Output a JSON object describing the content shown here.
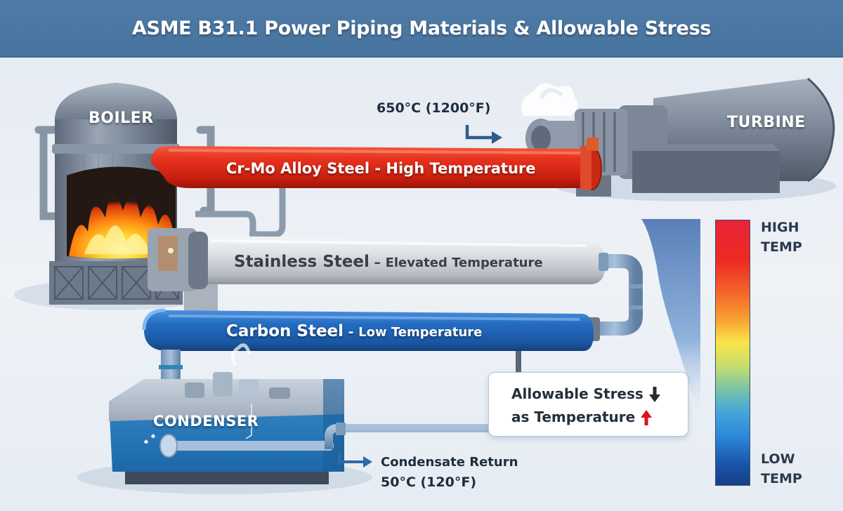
{
  "header": {
    "title": "ASME B31.1 Power Piping Materials & Allowable Stress"
  },
  "equipment": {
    "boiler": "BOILER",
    "turbine": "TURBINE",
    "condenser": "CONDENSER"
  },
  "pipes": [
    {
      "material": "Cr-Mo Alloy Steel",
      "separator": " - ",
      "service": "High Temperature",
      "color": "#e0321f"
    },
    {
      "material": "Stainless Steel",
      "separator": " – ",
      "service": "Elevated Temperature",
      "color": "#cfd3d8"
    },
    {
      "material": "Carbon Steel",
      "separator": " - ",
      "service": "Low Temperature",
      "color": "#1f63b3"
    }
  ],
  "annotations": {
    "steam_temp": "650°C (1200°F)",
    "condensate_label": "Condensate Return",
    "condensate_temp": "50°C (120°F)"
  },
  "callout": {
    "line1": "Allowable Stress",
    "line1_arrow": "down-arrow-icon",
    "line2": "as Temperature",
    "line2_arrow": "up-arrow-icon",
    "down_color": "#2a2a2a",
    "up_color": "#d9141c"
  },
  "temperature_scale": {
    "high_line1": "HIGH",
    "high_line2": "TEMP",
    "low_line1": "LOW",
    "low_line2": "TEMP"
  }
}
